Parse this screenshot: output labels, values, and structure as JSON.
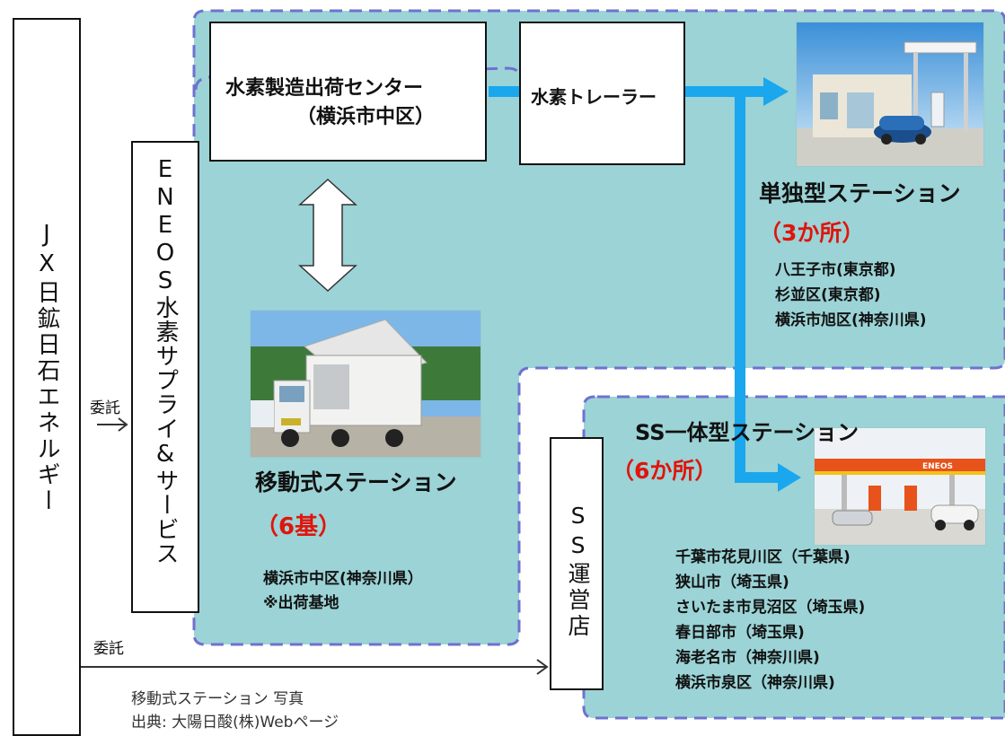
{
  "colors": {
    "panel_fill": "#9bd3d6",
    "panel_border": "#7070d0",
    "pipe": "#1aa7ee",
    "accent_red": "#e0140c"
  },
  "jx_label": "JX日鉱日石エネルギー",
  "eneos_label": "ENEOS水素サプライ&サービス",
  "ss_store_label": "SS運営店",
  "commission_label_1": "委託",
  "commission_label_2": "委託",
  "production_center": {
    "line1": "水素製造出荷センター",
    "line2": "（横浜市中区）"
  },
  "trailer_label": "水素トレーラー",
  "standalone": {
    "title": "単独型ステーション",
    "count": "（3か所）",
    "locations": [
      "八王子市(東京都)",
      "杉並区(東京都)",
      "横浜市旭区(神奈川県)"
    ]
  },
  "ss_integrated": {
    "title": "SS一体型ステーション",
    "count": "（6か所）",
    "locations": [
      "千葉市花見川区（千葉県)",
      "狭山市（埼玉県)",
      "さいたま市見沼区（埼玉県)",
      "春日部市（埼玉県)",
      "海老名市（神奈川県)",
      "横浜市泉区（神奈川県)"
    ]
  },
  "mobile": {
    "title": "移動式ステーション",
    "count": "（6基）",
    "location": "横浜市中区(神奈川県）",
    "note": "※出荷基地"
  },
  "photo_caption": {
    "line1": "移動式ステーション 写真",
    "line2": "出典: 大陽日酸(株)Webページ"
  },
  "eneos_sign": "ENEOS"
}
